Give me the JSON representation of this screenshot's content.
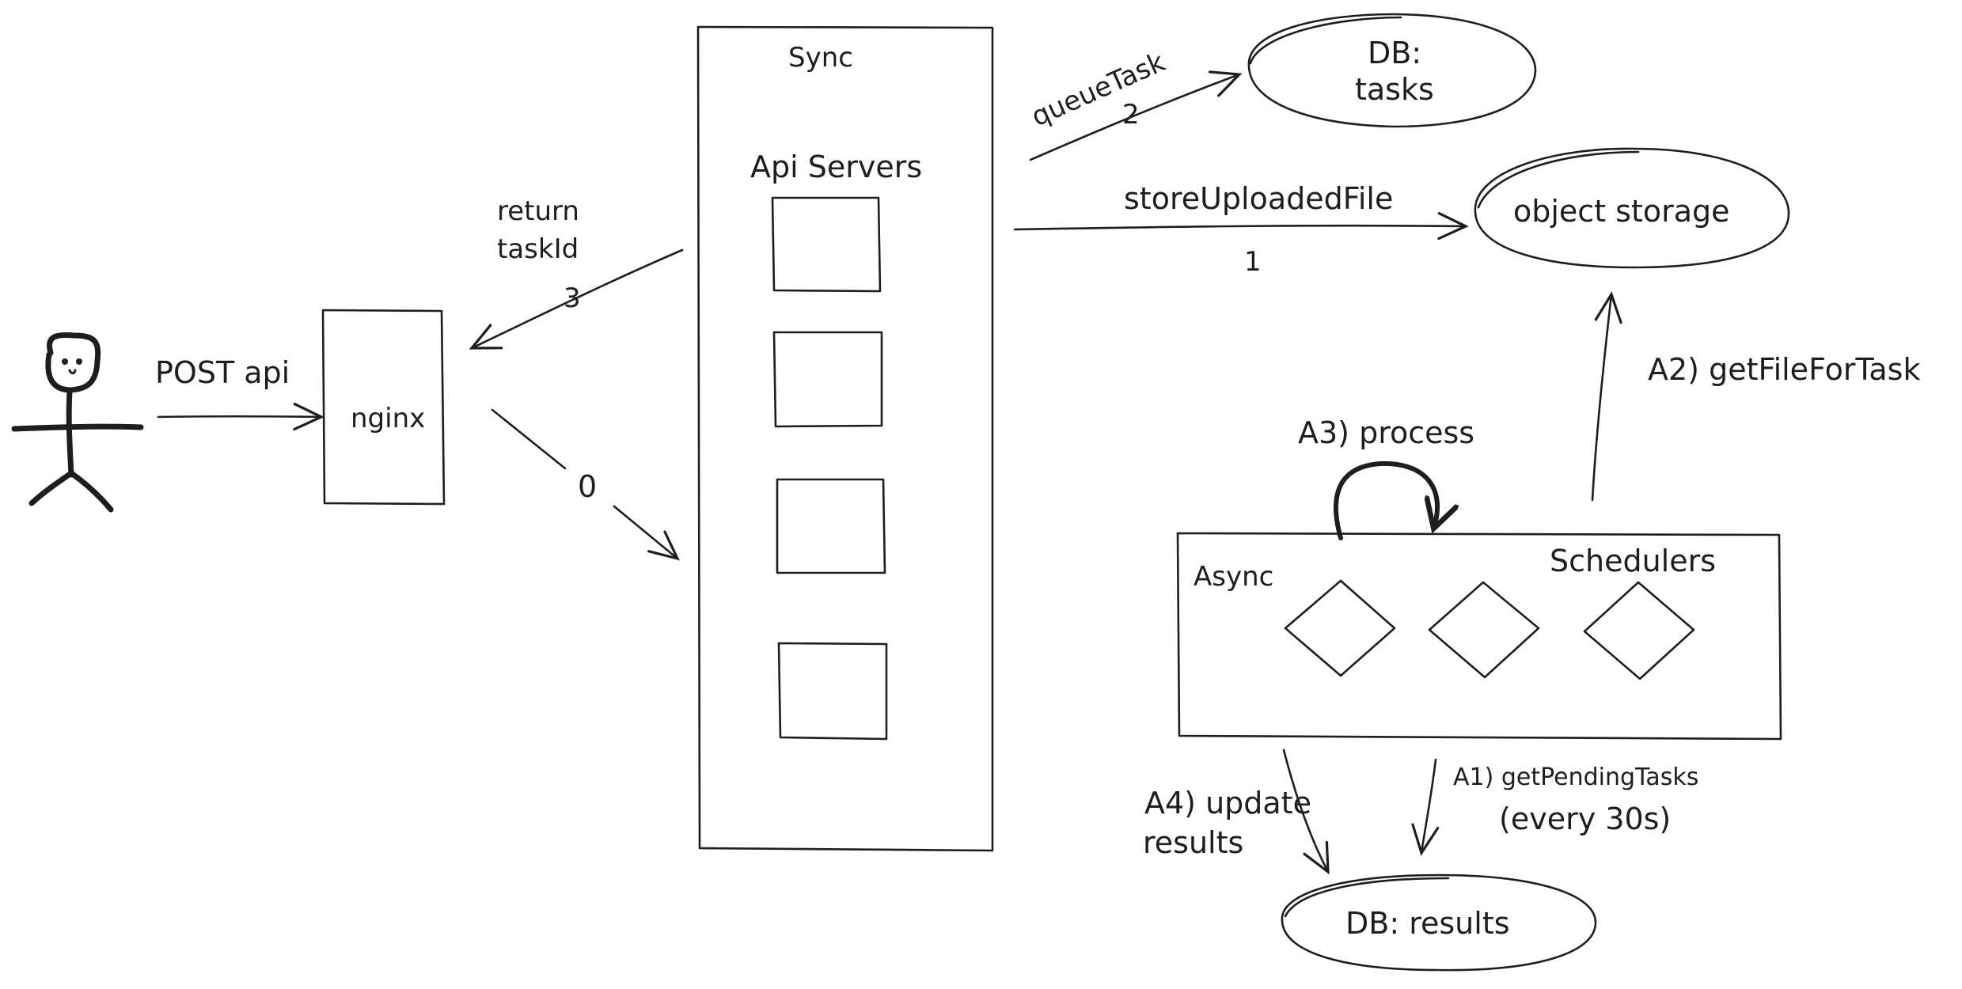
{
  "user": {
    "icon": "stick-figure-icon"
  },
  "nginx": {
    "label": "nginx"
  },
  "sync_box": {
    "title": "Sync",
    "subtitle": "Api Servers"
  },
  "async_box": {
    "left_label": "Async",
    "right_label": "Schedulers"
  },
  "db_tasks": {
    "line1": "DB:",
    "line2": "tasks"
  },
  "object_storage": {
    "label": "object storage"
  },
  "db_results": {
    "label": "DB: results"
  },
  "edges": {
    "post_api": "POST api",
    "route_0": "0",
    "store_uploaded_file": "storeUploadedFile",
    "store_uploaded_file_num": "1",
    "queue_task": "queueTask",
    "queue_task_num": "2",
    "return_line1": "return",
    "return_line2": "taskId",
    "return_num": "3",
    "get_pending_line1": "A1)  getPendingTasks",
    "get_pending_line2": "(every 30s)",
    "get_file": "A2)  getFileForTask",
    "process": "A3) process",
    "update_line1": "A4) update",
    "update_line2": "results"
  }
}
